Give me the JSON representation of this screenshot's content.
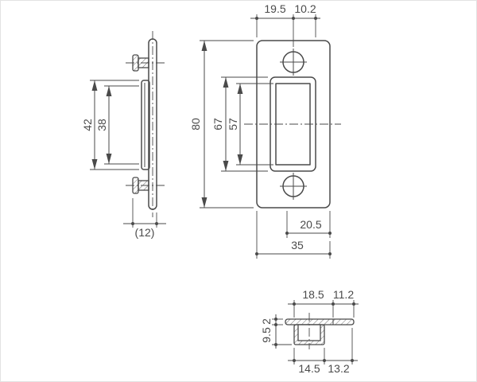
{
  "drawing": {
    "front": {
      "dim_top_left": "19.5",
      "dim_top_right": "10.2",
      "dim_height": "80",
      "dim_boss_height": "67",
      "dim_slot_height": "57",
      "dim_bottom_offset": "20.5",
      "dim_width": "35"
    },
    "side": {
      "dim_boss_height": "42",
      "dim_inner_height": "38",
      "dim_depth_ref": "(12)"
    },
    "bottom": {
      "dim_top_left": "18.5",
      "dim_top_right": "11.2",
      "dim_plate_thickness": "2",
      "dim_pocket_depth": "9.5",
      "dim_bottom_left": "14.5",
      "dim_bottom_right": "13.2"
    }
  },
  "colors": {
    "line": "#4a4a4a",
    "dim": "#4a4a4a",
    "bg": "#ffffff"
  }
}
